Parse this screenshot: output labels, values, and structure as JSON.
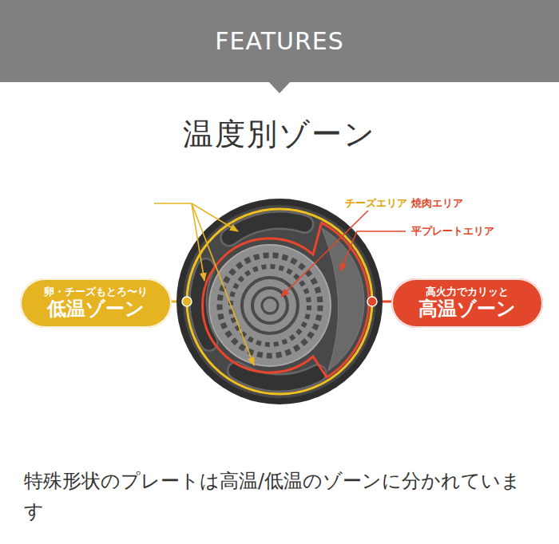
{
  "diagram": {
    "title": "温度別ゾーン",
    "caption": "特殊形状のプレートは高温/低温のゾーンに分かれています",
    "nodes": [
      {
        "text": [
          "FEATURES"
        ]
      },
      {
        "text": [
          "卵・チーズもとろ〜り",
          "低温ゾーン"
        ]
      },
      {
        "text": [
          "高火力でカリッと",
          "高温ゾーン"
        ]
      }
    ],
    "labels": [
      "チーズエリア",
      "焼肉エリア",
      "平プレートエリア"
    ]
  }
}
